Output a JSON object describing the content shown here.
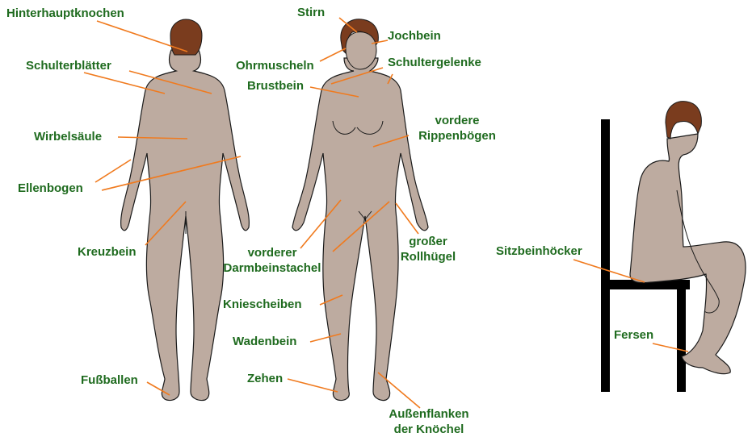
{
  "colors": {
    "skin": "#bdaba0",
    "hair": "#7a3c1e",
    "outline": "#1a1a1a",
    "label": "#1f6b1f",
    "leader": "#f07a1e",
    "chair": "#000000"
  },
  "labels": {
    "hinterhauptknochen": "Hinterhauptknochen",
    "schulterblaetter": "Schulterblätter",
    "wirbelsaeule": "Wirbelsäule",
    "ellenbogen": "Ellenbogen",
    "kreuzbein": "Kreuzbein",
    "fussballen": "Fußballen",
    "stirn": "Stirn",
    "jochbein": "Jochbein",
    "ohrmuscheln": "Ohrmuscheln",
    "schultergelenke": "Schultergelenke",
    "brustbein": "Brustbein",
    "rippenboegen_1": "vordere",
    "rippenboegen_2": "Rippenbögen",
    "darmbein_1": "vorderer",
    "darmbein_2": "Darmbeinstachel",
    "rollhuegel_1": "großer",
    "rollhuegel_2": "Rollhügel",
    "kniescheiben": "Kniescheiben",
    "wadenbein": "Wadenbein",
    "zehen": "Zehen",
    "knoechel_1": "Außenflanken",
    "knoechel_2": "der Knöchel",
    "sitzbeinhoecker": "Sitzbeinhöcker",
    "fersen": "Fersen"
  }
}
